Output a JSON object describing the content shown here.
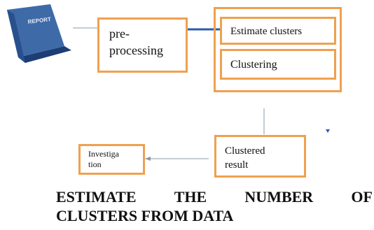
{
  "diagram": {
    "report_book": {
      "cover_text": "REPORT",
      "cover_color": "#3e6aa8",
      "accent": "#1d3d75"
    },
    "nodes": {
      "preprocessing": {
        "label": "pre-\nprocessing"
      },
      "estimate_clusters": {
        "label": "Estimate clusters"
      },
      "clustering": {
        "label": "Clustering"
      },
      "clustered_result": {
        "label": "Clustered\nresult"
      },
      "investigation": {
        "label": "Investiga\ntion"
      }
    },
    "colors": {
      "box_border": "#f0a050",
      "connector_blue": "#2e5ba8",
      "connector_gray": "#8899aa"
    }
  },
  "title": {
    "line1_words": [
      "ESTIMATE",
      "THE",
      "NUMBER",
      "OF"
    ],
    "line2": "CLUSTERS FROM DATA"
  }
}
